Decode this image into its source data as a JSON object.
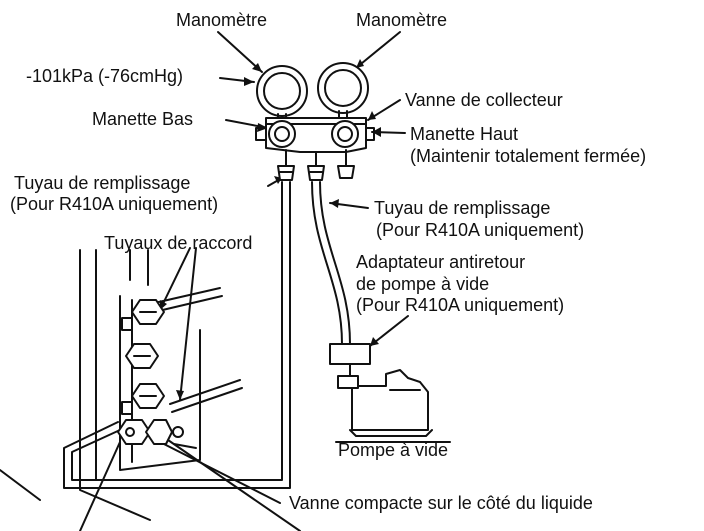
{
  "labels": {
    "gauge_left": "Manomètre",
    "gauge_right": "Manomètre",
    "vacuum_reading": "-101kPa (-76cmHg)",
    "manifold_valve": "Vanne de collecteur",
    "low_handle": "Manette Bas",
    "high_handle": "Manette Haut",
    "high_handle_note": "(Maintenir totalement fermée)",
    "charge_hose_left": "Tuyau de remplissage",
    "charge_hose_left_note": "(Pour R410A uniquement)",
    "charge_hose_right": "Tuyau de remplissage",
    "charge_hose_right_note": "(Pour R410A uniquement)",
    "connecting_pipes": "Tuyaux de raccord",
    "adapter_line1": "Adaptateur antiretour",
    "adapter_line2": "de pompe à vide",
    "adapter_line3": "(Pour R410A uniquement)",
    "vacuum_pump": "Pompe à vide",
    "compact_valve_liquid": "Vanne compacte sur le côté du liquide"
  }
}
